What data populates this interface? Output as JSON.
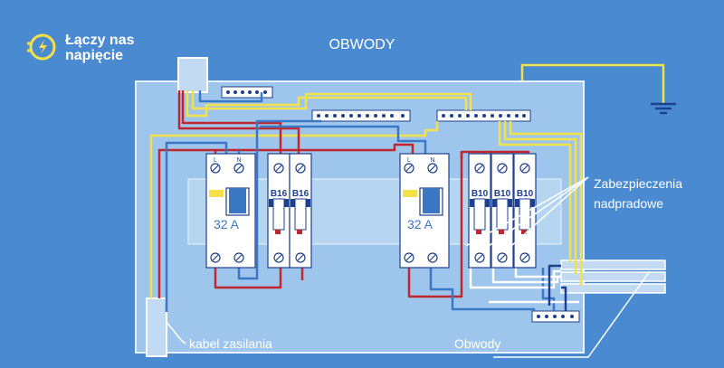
{
  "logo": {
    "line1": "Łączy nas",
    "line2": "napięcie"
  },
  "title": "OBWODY",
  "devices": [
    {
      "id": "rcd-left",
      "poles": [
        "L",
        "N"
      ],
      "rating": "32 A"
    },
    {
      "id": "mcb-b16-1",
      "label": "B16"
    },
    {
      "id": "mcb-b16-2",
      "label": "B16"
    },
    {
      "id": "rcd-right",
      "poles": [
        "L",
        "N"
      ],
      "rating": "32 A"
    },
    {
      "id": "mcb-b10-1",
      "label": "B10"
    },
    {
      "id": "mcb-b10-2",
      "label": "B10"
    },
    {
      "id": "mcb-b10-3",
      "label": "B10"
    }
  ],
  "labels": {
    "overcurrent_1": "Zabezpieczenia",
    "overcurrent_2": "nadpradowe",
    "supply_cable": "kabel zasilania",
    "circuits": "Obwody"
  },
  "colors": {
    "background": "#4a8ad0",
    "panel": "#9ec6ec",
    "wire_yellow": "#f4e14a",
    "wire_red": "#c0262c",
    "wire_blue": "#3a77c4",
    "wire_white": "#ffffff",
    "wire_dark": "#1d3f8f"
  }
}
